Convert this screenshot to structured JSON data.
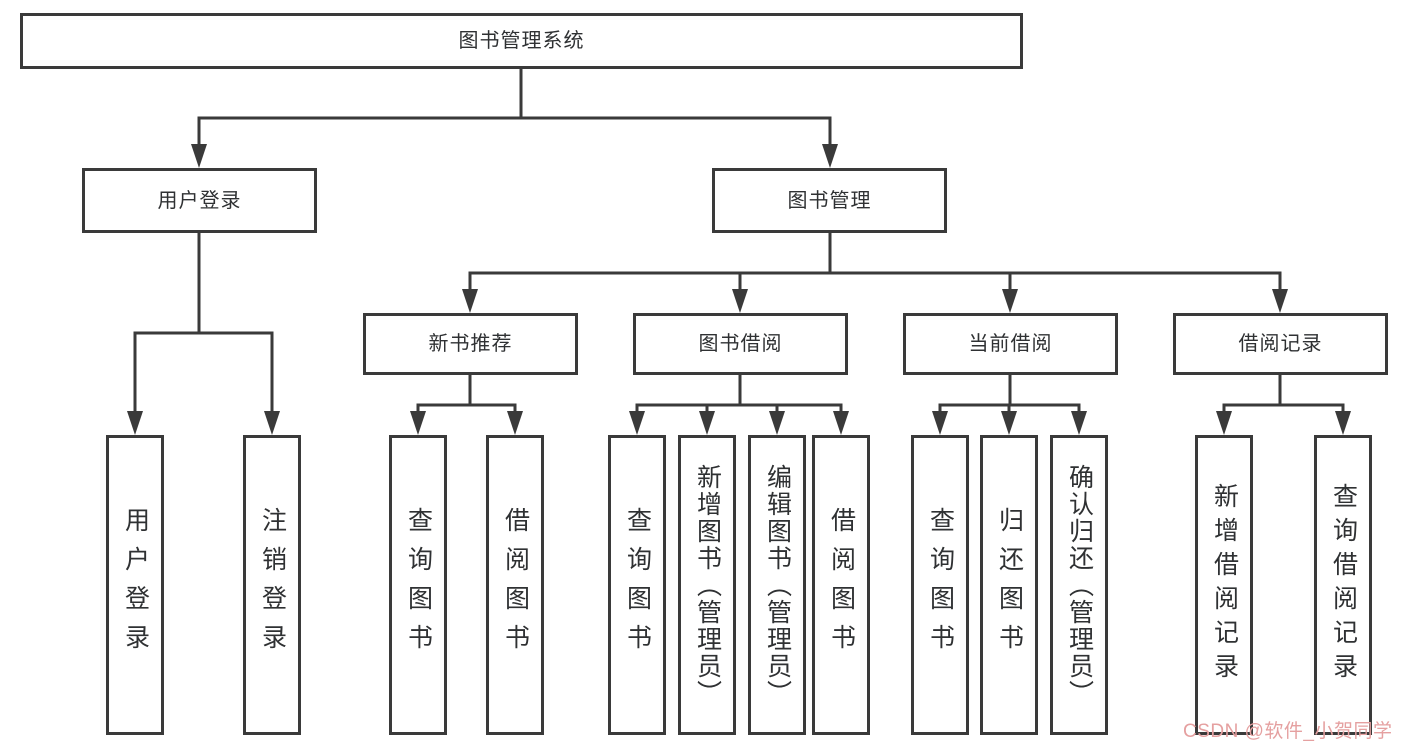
{
  "diagram": {
    "colors": {
      "line": "#3a3a3a",
      "text": "#2f3133",
      "background": "#ffffff",
      "watermark": "#e5a0a0"
    },
    "watermark": "CSDN @软件_小贺同学",
    "nodes": {
      "root": {
        "label": "图书管理系统"
      },
      "user_login": {
        "label": "用户登录"
      },
      "book_mgmt": {
        "label": "图书管理"
      },
      "new_book_rec": {
        "label": "新书推荐"
      },
      "book_borrow": {
        "label": "图书借阅"
      },
      "current_borrow": {
        "label": "当前借阅"
      },
      "borrow_records": {
        "label": "借阅记录"
      },
      "leaf_user_login": {
        "label": "用户登录"
      },
      "leaf_logout": {
        "label": "注销登录"
      },
      "rec_query_book": {
        "label": "查询图书"
      },
      "rec_borrow_book": {
        "label": "借阅图书"
      },
      "bb_query_book": {
        "label": "查询图书"
      },
      "bb_add_book": {
        "label": "新增图书（管理员）"
      },
      "bb_edit_book": {
        "label": "编辑图书（管理员）"
      },
      "bb_borrow_book": {
        "label": "借阅图书"
      },
      "cb_query_book": {
        "label": "查询图书"
      },
      "cb_return_book": {
        "label": "归还图书"
      },
      "cb_confirm_return": {
        "label": "确认归还（管理员）"
      },
      "br_add_record": {
        "label": "新增借阅记录"
      },
      "br_query_record": {
        "label": "查询借阅记录"
      }
    }
  }
}
